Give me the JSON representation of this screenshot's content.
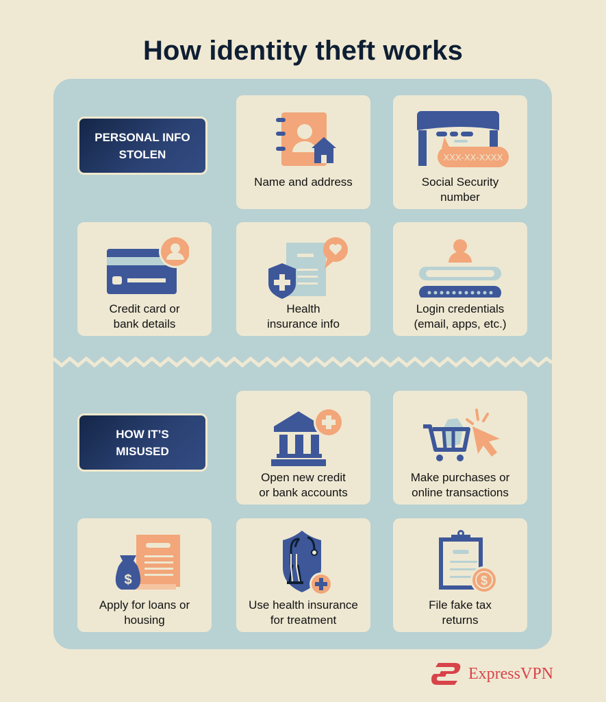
{
  "title": "How identity theft works",
  "colors": {
    "background": "#EFE9D3",
    "panel": "#B8D1D3",
    "card": "#EEE8D2",
    "navy": "#3D5799",
    "orange": "#F2A679",
    "light_blue": "#B8D1D3",
    "brand_red": "#D8434A"
  },
  "sections": [
    {
      "heading": [
        "PERSONAL INFO",
        "STOLEN"
      ],
      "items": [
        {
          "icon": "address-book-house-icon",
          "label": [
            "Name and address"
          ]
        },
        {
          "icon": "social-security-card-icon",
          "label": [
            "Social Security",
            "number"
          ],
          "badge_text": "XXX-XX-XXXX"
        },
        {
          "icon": "credit-card-user-icon",
          "label": [
            "Credit card or",
            "bank details"
          ]
        },
        {
          "icon": "health-insurance-document-icon",
          "label": [
            "Health",
            "insurance info"
          ]
        },
        {
          "icon": "login-credentials-icon",
          "label": [
            "Login credentials",
            "(email, apps, etc.)"
          ]
        }
      ]
    },
    {
      "heading": [
        "HOW IT’S",
        "MISUSED"
      ],
      "items": [
        {
          "icon": "bank-plus-icon",
          "label": [
            "Open new credit",
            "or bank accounts"
          ]
        },
        {
          "icon": "shopping-cart-cursor-icon",
          "label": [
            "Make purchases or",
            "online transactions"
          ]
        },
        {
          "icon": "money-bag-document-icon",
          "label": [
            "Apply for loans or",
            "housing"
          ]
        },
        {
          "icon": "shield-stethoscope-icon",
          "label": [
            "Use health insurance",
            "for treatment"
          ]
        },
        {
          "icon": "clipboard-dollar-icon",
          "label": [
            "File fake tax",
            "returns"
          ]
        }
      ]
    }
  ],
  "brand": {
    "name": "ExpressVPN",
    "icon": "expressvpn-logo-icon"
  }
}
